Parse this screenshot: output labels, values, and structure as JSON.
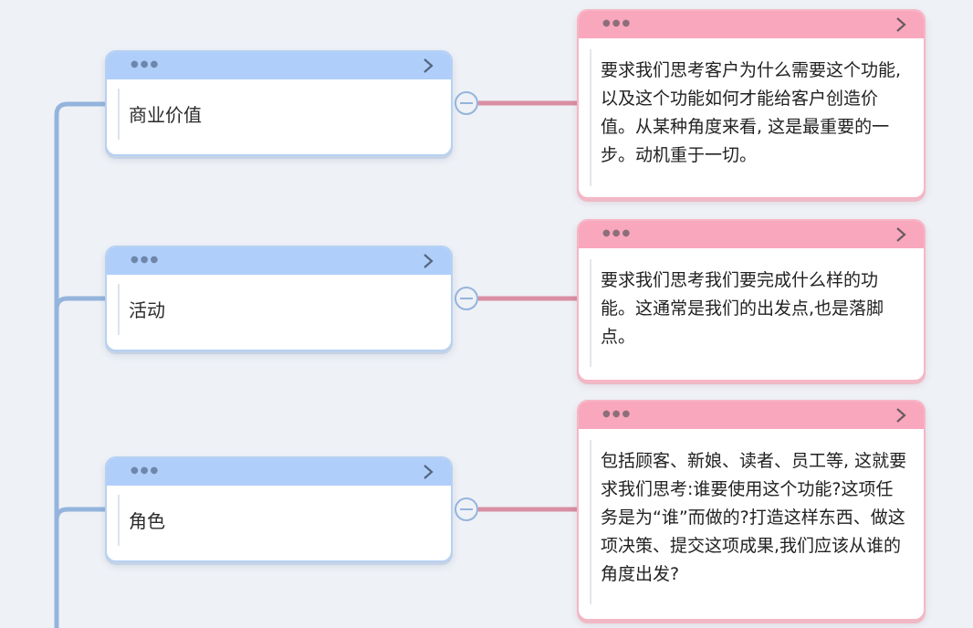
{
  "nodes": [
    {
      "title": "商业价值",
      "detail": "要求我们思考客户为什么需要这个功能,以及这个功能如何才能给客户创造价值。从某种角度来看, 这是最重要的一步。动机重于一切。"
    },
    {
      "title": "活动",
      "detail": "要求我们思考我们要完成什么样的功能。这通常是我们的出发点,也是落脚点。"
    },
    {
      "title": "角色",
      "detail": "包括顾客、新娘、读者、员工等, 这就要求我们思考:谁要使用这个功能?这项任务是为“谁”而做的?打造这样东西、做这项决策、提交这项成果,我们应该从谁的角度出发?"
    }
  ],
  "icons": {
    "menu": "more-dots-icon",
    "expand": "chevron-right-icon",
    "collapse": "collapse-minus-icon"
  },
  "colors": {
    "background": "#eef1f6",
    "topic_header": "#afcefa",
    "detail_header": "#f9a7bd",
    "trunk_line": "#94b4dc",
    "link_line": "#d98fa3"
  }
}
